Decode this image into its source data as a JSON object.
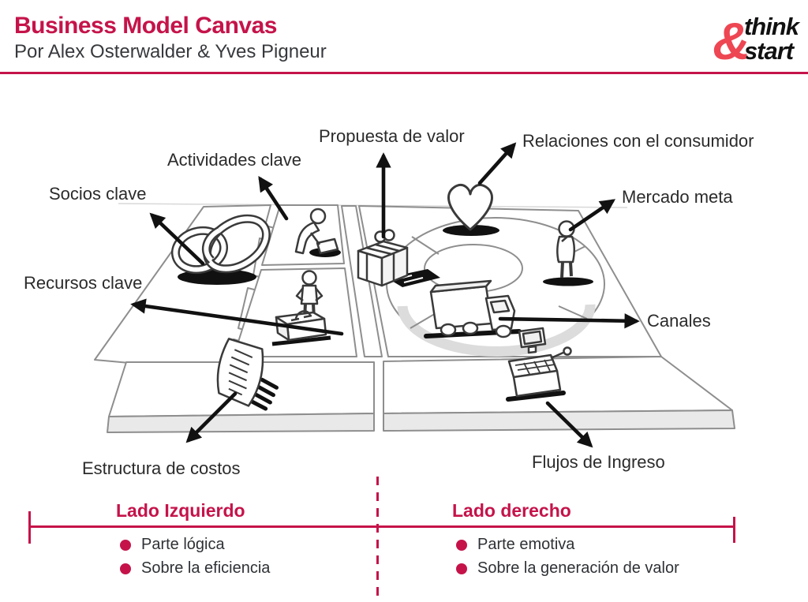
{
  "header": {
    "title": "Business Model Canvas",
    "subtitle": "Por Alex Osterwalder & Yves Pigneur",
    "logo": {
      "ampersand": "&",
      "line1": "think",
      "line2": "start"
    }
  },
  "colors": {
    "accent": "#c5134a",
    "logo_red": "#ee4653",
    "label_ink": "#2b2b2b"
  },
  "diagram": {
    "labels": {
      "socios": "Socios clave",
      "actividades": "Actividades clave",
      "propuesta": "Propuesta de valor",
      "relaciones": "Relaciones con el consumidor",
      "mercado": "Mercado meta",
      "recursos": "Recursos clave",
      "canales": "Canales",
      "costos": "Estructura de costos",
      "ingresos": "Flujos de Ingreso"
    },
    "icons": {
      "socios": "interlocked-rings-icon",
      "actividades": "working-person-icon",
      "recursos": "toolbox-person-icon",
      "propuesta": "gift-box-icon",
      "relaciones": "heart-icon",
      "mercado": "standing-person-icon",
      "canales": "delivery-truck-icon",
      "costos": "receipt-icon",
      "ingresos": "cash-register-icon"
    }
  },
  "legend": {
    "left": {
      "heading": "Lado Izquierdo",
      "bullets": [
        "Parte lógica",
        "Sobre la eficiencia"
      ]
    },
    "right": {
      "heading": "Lado derecho",
      "bullets": [
        "Parte emotiva",
        "Sobre la generación de valor"
      ]
    }
  }
}
